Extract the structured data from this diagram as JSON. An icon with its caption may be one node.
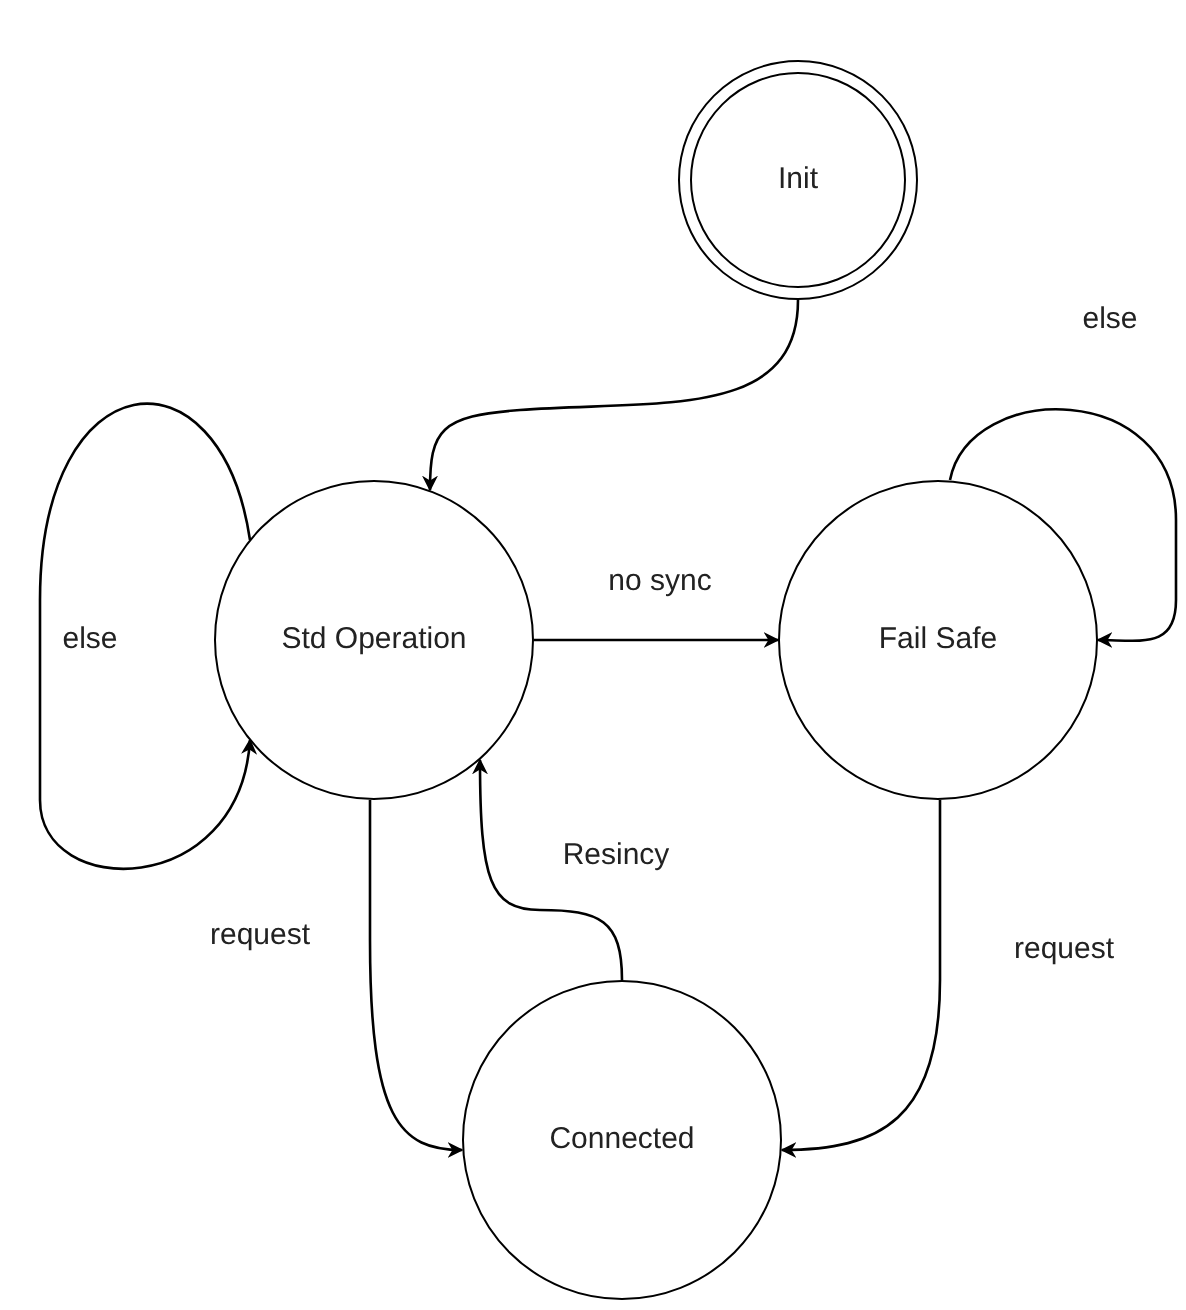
{
  "diagram": {
    "nodes": [
      {
        "text": [
          "Init"
        ]
      },
      {
        "text": [
          "Std Operation"
        ]
      },
      {
        "text": [
          "Fail Safe"
        ]
      },
      {
        "text": [
          "Connected"
        ]
      }
    ],
    "edges": [
      {
        "from": 0,
        "to": 1,
        "arrow": "to"
      },
      {
        "from": 1,
        "to": 1,
        "arrow": "to",
        "label": "else"
      },
      {
        "from": 1,
        "to": 2,
        "arrow": "to",
        "label": "no sync"
      },
      {
        "from": 2,
        "to": 2,
        "arrow": "to",
        "label": "else"
      },
      {
        "from": 1,
        "to": 3,
        "arrow": "to",
        "label": "request"
      },
      {
        "from": 3,
        "to": 1,
        "arrow": "to",
        "label": "Resincy"
      },
      {
        "from": 2,
        "to": 3,
        "arrow": "to",
        "label": "request"
      }
    ]
  }
}
